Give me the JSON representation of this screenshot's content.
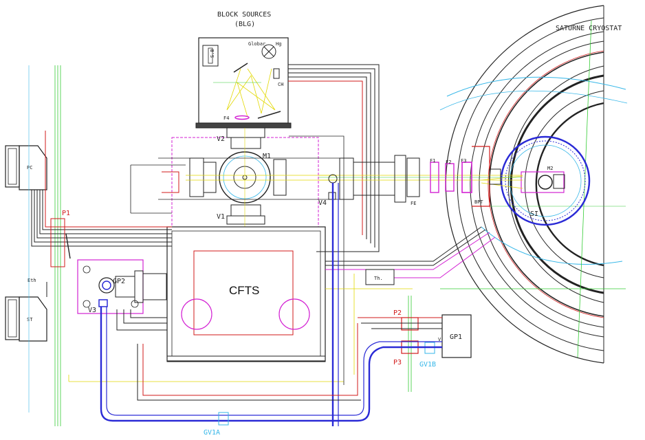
{
  "title": "BLOCK SOURCES",
  "subtitle": "(BLG)",
  "cryostat_label": "SATURNE CRYOSTAT",
  "center_label": "CFTS",
  "sources": {
    "globar": "Globar",
    "hg": "Hg",
    "ch": "CH",
    "f4": "F4",
    "source_box": "S.B"
  },
  "valves": {
    "v1": "V1",
    "v2": "V2",
    "v3": "V3",
    "v4": "V4"
  },
  "pumps": {
    "gp1": "GP1",
    "gp2": "GP2"
  },
  "gauges": {
    "p1": "P1",
    "p2": "P2",
    "p3": "P3"
  },
  "gate_valves": {
    "gv1a": "GV1A",
    "gv1b": "GV1B"
  },
  "filters": {
    "f1": "F1",
    "f2": "F2",
    "f3": "F3",
    "fe": "FE"
  },
  "optics": {
    "m1": "M1",
    "m2": "M2",
    "si": "SI",
    "bpt": "BPT"
  },
  "devices": {
    "pc": "PC",
    "st": "ST",
    "eth": "Eth",
    "th": "Th.",
    "v_mark": "V"
  },
  "colors": {
    "red": "#d11a1a",
    "magenta": "#d321d3",
    "cyan": "#34b6e8",
    "blue": "#2a2ad6",
    "green": "#33cc33",
    "yellow": "#e2d800",
    "black": "#222222"
  }
}
